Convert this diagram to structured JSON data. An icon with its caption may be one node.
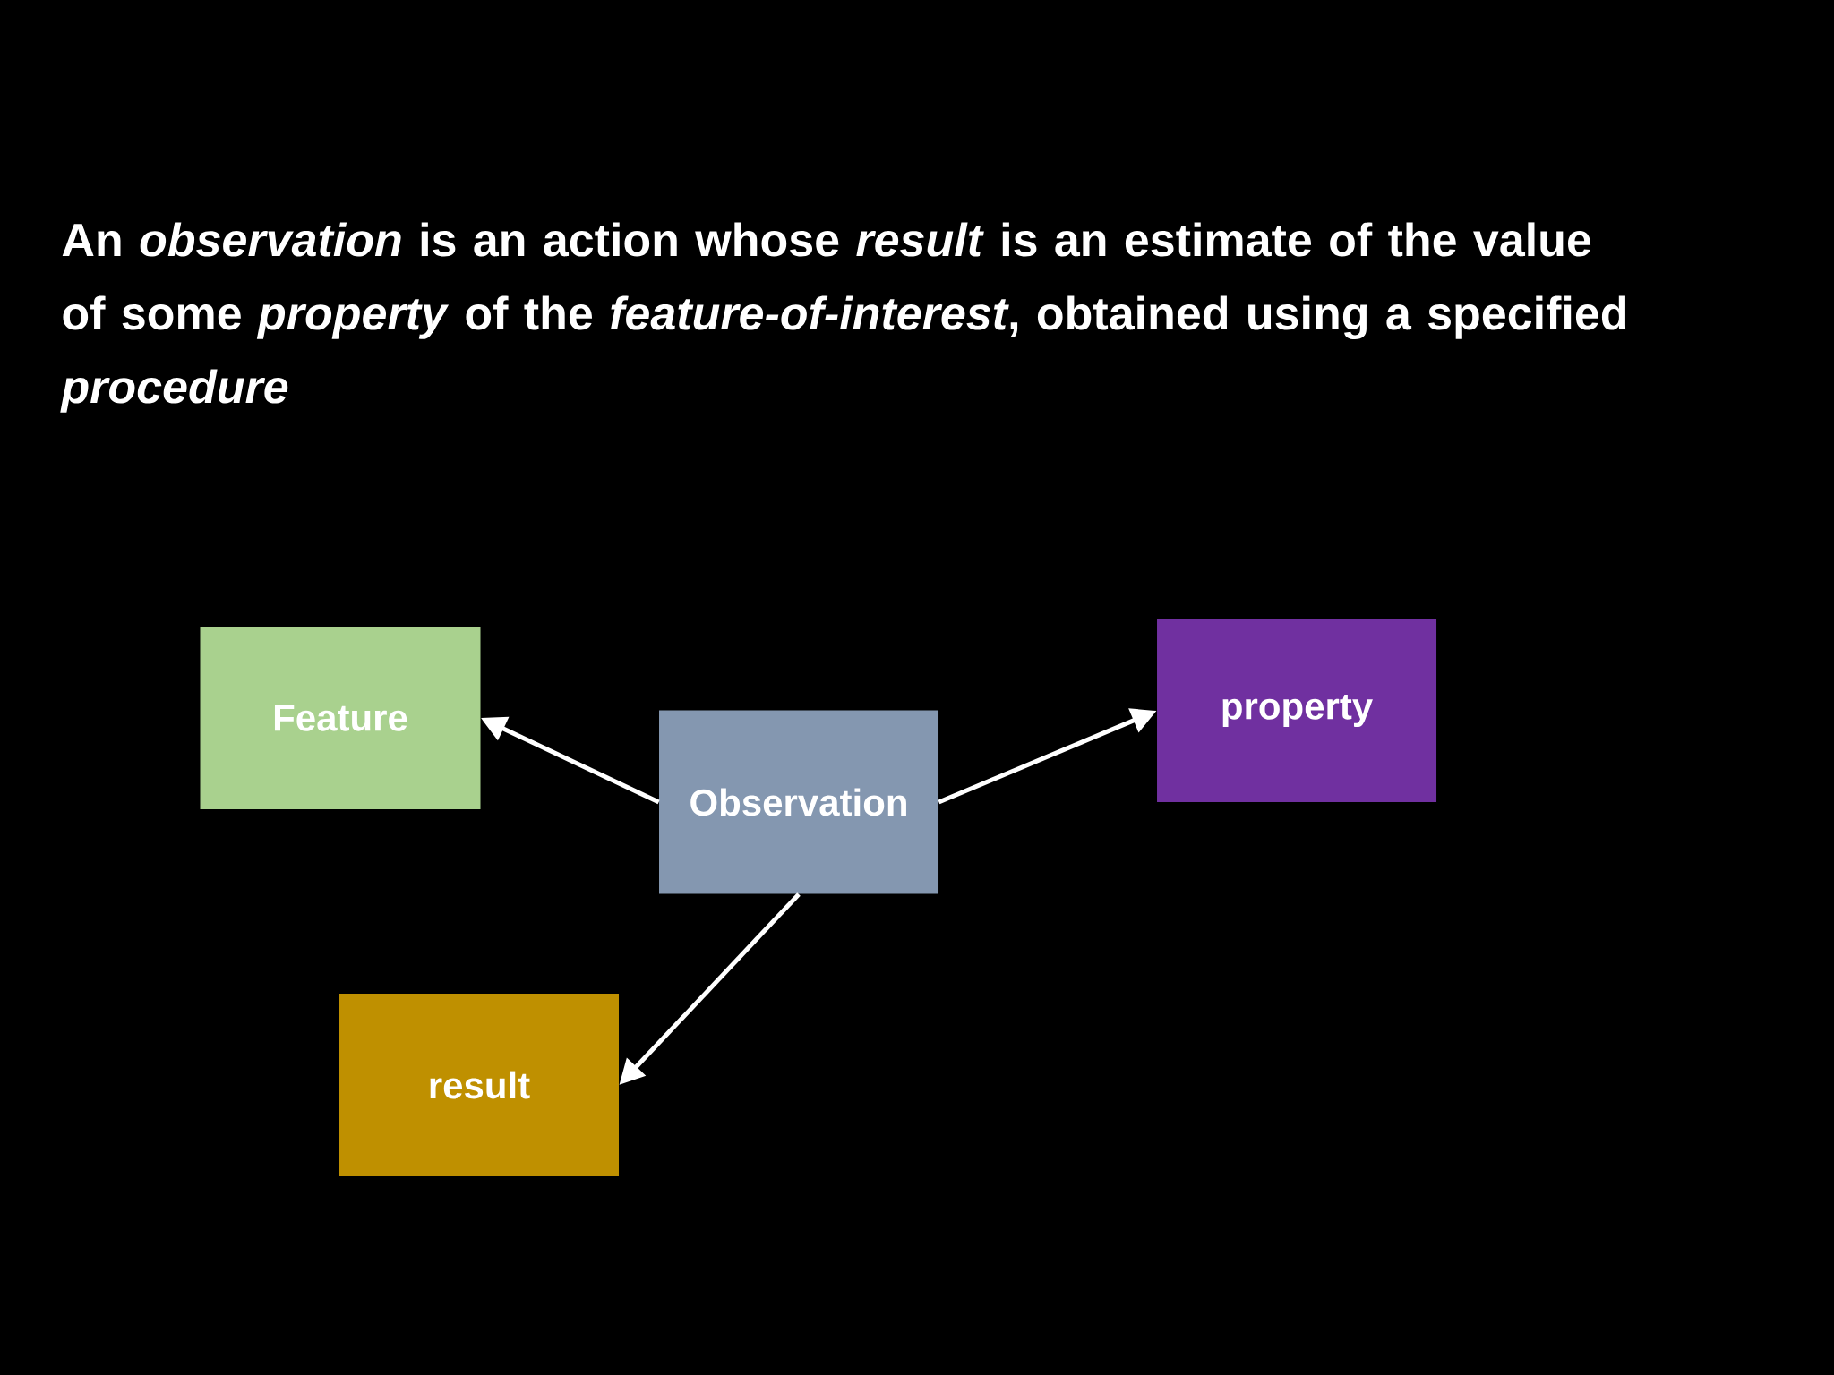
{
  "diagram": {
    "title": "An *observation* is an action whose *result* is an estimate of the value of some *property* of the *feature-of-interest*, obtained using a specified *procedure*",
    "nodes": [
      {
        "text": [
          "Feature"
        ]
      },
      {
        "text": [
          "Observation"
        ]
      },
      {
        "text": [
          "property"
        ]
      },
      {
        "text": [
          "result"
        ]
      }
    ],
    "edges": [
      {
        "from": 1,
        "to": 0,
        "arrow": "to"
      },
      {
        "from": 1,
        "to": 2,
        "arrow": "to"
      },
      {
        "from": 1,
        "to": 3,
        "arrow": "to"
      }
    ]
  }
}
